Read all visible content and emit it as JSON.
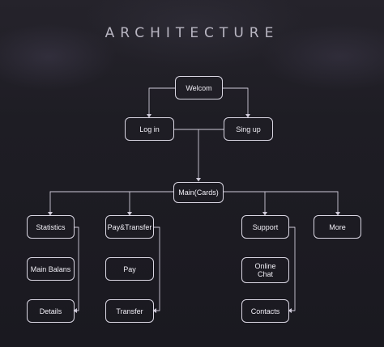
{
  "header": {
    "title": "ARCHITECTURE"
  },
  "nodes": {
    "welcom": "Welcom",
    "login": "Log in",
    "signup": "Sing up",
    "main": "Main(Cards)",
    "statistics": "Statistics",
    "pay_transfer": "Pay&Transfer",
    "support": "Support",
    "more": "More",
    "main_balans": "Main Balans",
    "pay": "Pay",
    "online_chat": "Online Chat",
    "details": "Details",
    "transfer": "Transfer",
    "contacts": "Contacts"
  },
  "colors": {
    "background": "#1c1b22",
    "line": "#cfcbd9",
    "text": "#f0eef5"
  }
}
